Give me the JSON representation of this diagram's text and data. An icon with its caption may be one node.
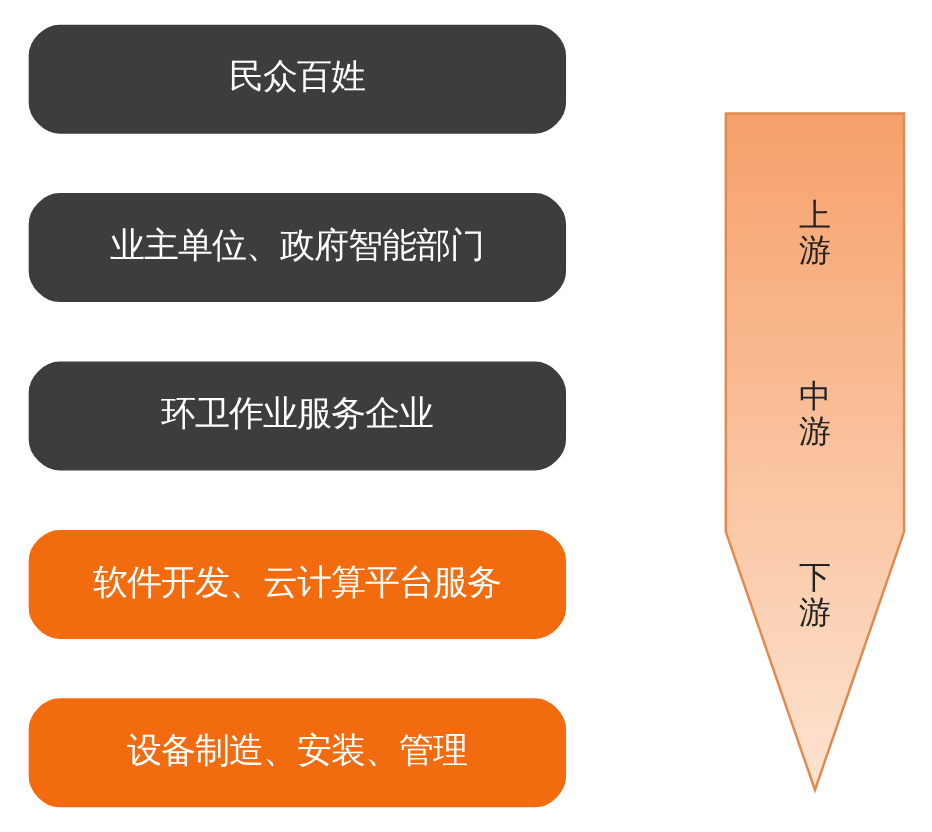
{
  "diagram": {
    "nodes": [
      {
        "text": [
          "设备制造、安装、管理"
        ]
      },
      {
        "text": [
          "软件开发、云计算平台服务"
        ]
      },
      {
        "text": [
          "环卫作业服务企业"
        ]
      },
      {
        "text": [
          "业主单位、政府智能部门"
        ]
      },
      {
        "text": [
          "民众百姓"
        ]
      },
      {
        "text": [
          "上游",
          "中游",
          "下游"
        ]
      }
    ]
  }
}
